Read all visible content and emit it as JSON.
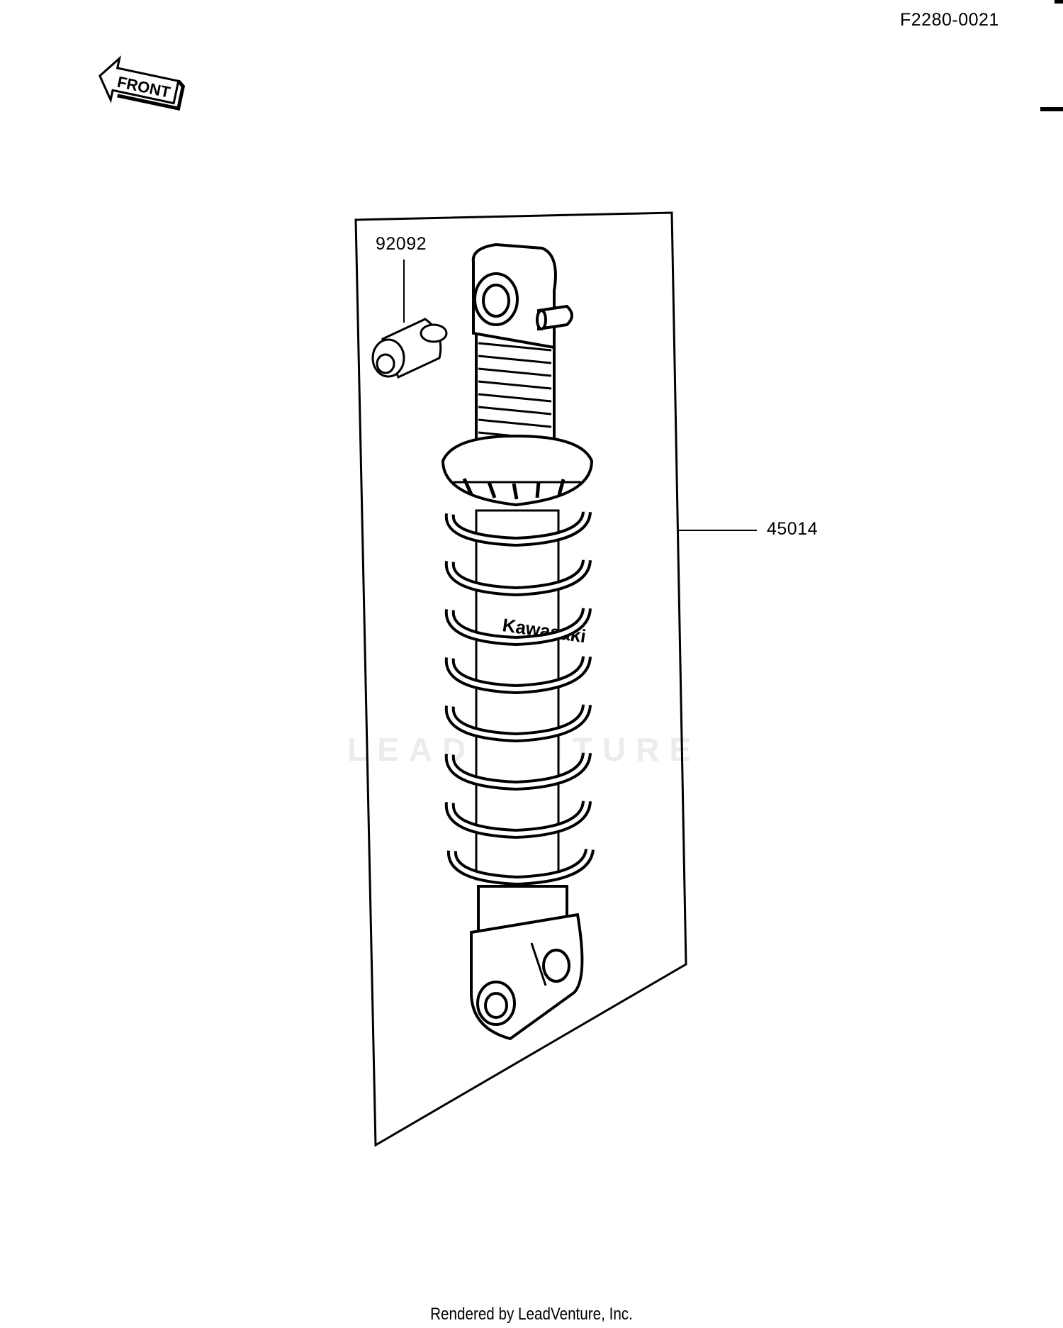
{
  "diagram": {
    "figure_code": "F2280-0021",
    "direction_label": "FRONT",
    "watermark": "LEADVENTURE",
    "parts": [
      {
        "number": "92092"
      },
      {
        "number": "45014"
      }
    ],
    "emblem_text": "Kawasaki",
    "footer": "Rendered by LeadVenture, Inc.",
    "colors": {
      "ink": "#000000",
      "paper": "#ffffff",
      "watermark": "#ececec"
    }
  }
}
